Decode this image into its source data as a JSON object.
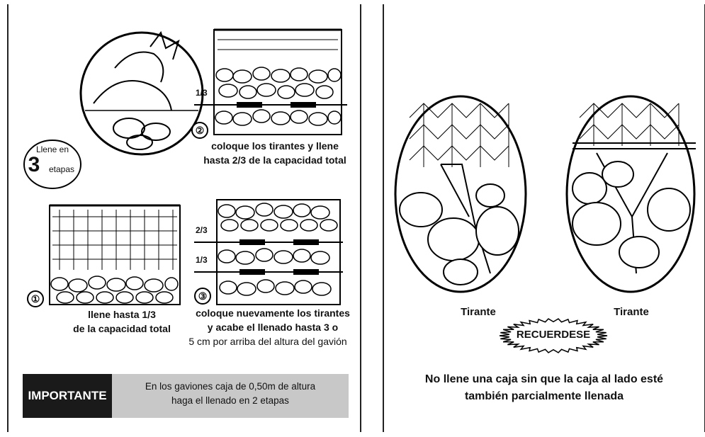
{
  "left_panel": {
    "badge": {
      "line1": "Llene en",
      "number": "3",
      "line2": "etapas"
    },
    "step1": {
      "number": "①",
      "caption_line1": "llene hasta 1/3",
      "caption_line2": "de la capacidad total"
    },
    "step2": {
      "number": "②",
      "fraction": "1/3",
      "caption_line1": "coloque los tirantes y llene",
      "caption_line2": "hasta 2/3 de la capacidad total"
    },
    "step3": {
      "number": "③",
      "fraction_top": "2/3",
      "fraction_bottom": "1/3",
      "caption_line1": "coloque nuevamente los tirantes",
      "caption_line2": "y acabe el llenado hasta 3 o",
      "caption_line3": "5 cm por arriba del altura del gavión"
    },
    "important": {
      "label": "IMPORTANTE",
      "text_line1": "En los gaviones caja de 0,50m de altura",
      "text_line2": "haga el llenado en 2 etapas"
    }
  },
  "right_panel": {
    "tirante_left": "Tirante",
    "tirante_right": "Tirante",
    "recuerdese": "RECUERDESE",
    "note_line1": "No llene una caja sin que la caja al lado esté",
    "note_line2": "también parcialmente llenada"
  },
  "colors": {
    "important_box": "#1a1a1a",
    "important_text_bg": "#c8c8c8",
    "ink": "#111111"
  }
}
